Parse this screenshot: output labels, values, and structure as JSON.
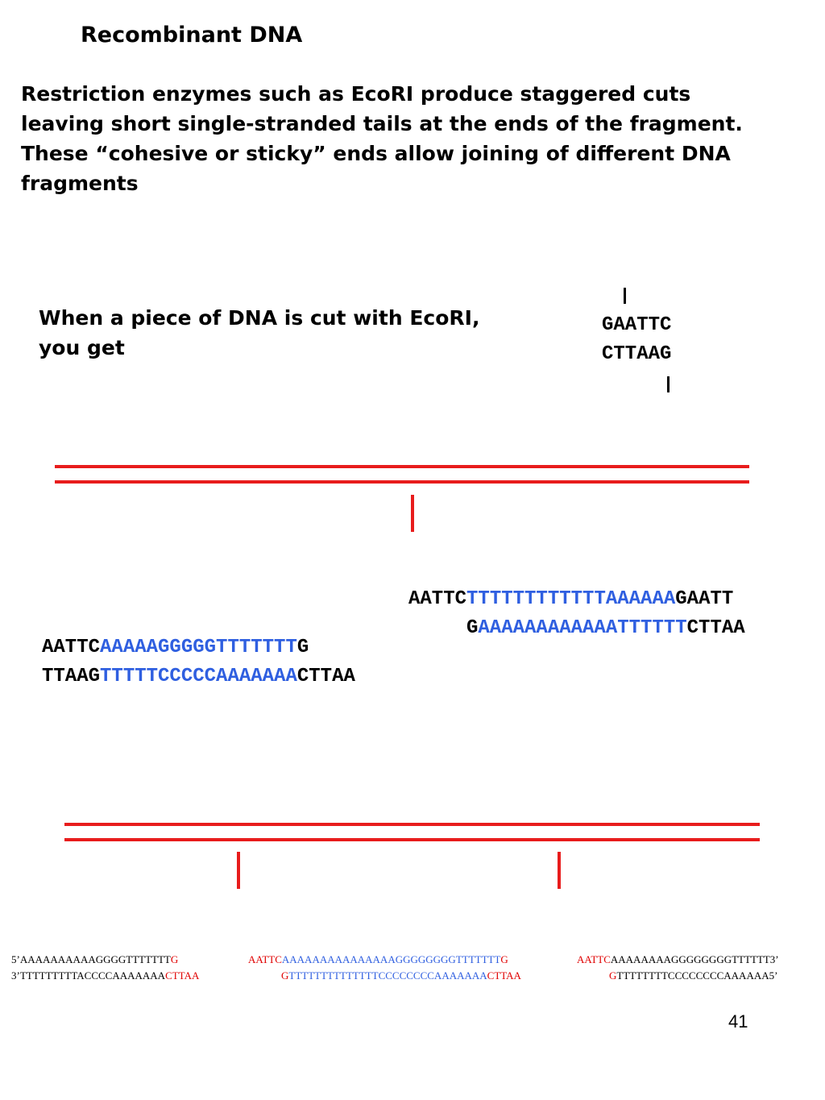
{
  "title": "Recombinant DNA",
  "intro_lines": [
    "Restriction enzymes such as EcoRI produce staggered cuts",
    "leaving short single-stranded tails at the ends of the fragment.",
    "These “cohesive or sticky” ends allow joining of different DNA",
    "fragments"
  ],
  "cut_text_lines": [
    "When a piece of DNA is cut with EcoRI,",
    "you get"
  ],
  "site": {
    "top": "GAATTC",
    "bottom": "CTTAAG"
  },
  "fragment_right": {
    "top": [
      "AATTC",
      "TTTTTTTTTTTTAAAAAA",
      "GAATT"
    ],
    "bottom": [
      "G",
      "AAAAAAAAAAAATTTTTT",
      "CTTAA"
    ]
  },
  "fragment_left": {
    "top": [
      "AATTC",
      "AAAAAGGGGGTTTTTTT",
      "G"
    ],
    "bottom": [
      "TTAAG",
      "TTTTTCCCCCAAAAAAA",
      "CTTAA"
    ]
  },
  "bottom_strand_top": {
    "left": [
      "5’",
      "AAAAAAAAAAGGGGTTTTTTT",
      "G"
    ],
    "middle": [
      "AATTC",
      "AAAAAAAAAAAAAAAGGGGGGGGTTTTTTT",
      "G"
    ],
    "right": [
      "AATTC",
      "AAAAAAAAGGGGGGGGTTTTTT",
      "3’"
    ]
  },
  "bottom_strand_bottom": {
    "left": [
      "3’",
      "TTTTTTTTTACCCCAAAAAAA",
      "CTTAA"
    ],
    "middle": [
      "G",
      "TTTTTTTTTTTTTTCCCCCCCCAAAAAAA",
      "CTTAA"
    ],
    "right": [
      "G",
      "TTTTTTTTCCCCCCCCAAAAAA",
      "5’"
    ]
  },
  "page_number": "41",
  "colors": {
    "line": "#e81c1c",
    "blue": "#2f5fe0",
    "red": "#e00000"
  }
}
